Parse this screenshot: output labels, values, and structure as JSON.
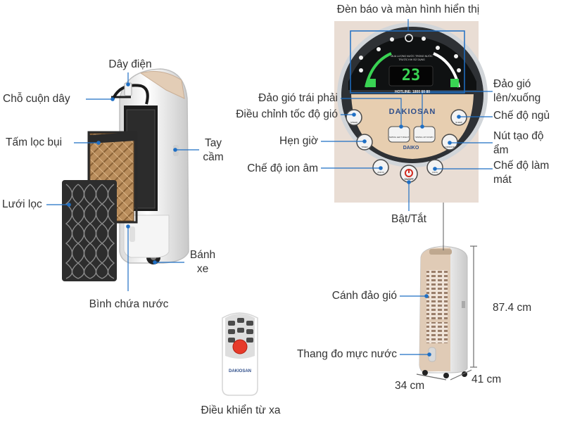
{
  "labels": {
    "display": "Đèn báo và màn hình hiển thị",
    "power_cord": "Dây điện",
    "cord_wrap": "Chỗ cuộn dây",
    "dust_filter": "Tấm lọc bụi",
    "handle": "Tay cầm",
    "mesh_filter": "Lưới lọc",
    "wheels": "Bánh xe",
    "water_tank": "Bình chứa nước",
    "swing_lr": "Đảo gió trái phải",
    "speed": "Điều chỉnh tốc độ gió",
    "timer": "Hẹn giờ",
    "ion": "Chế độ ion âm",
    "swing_ud": "Đảo gió lên/xuống",
    "sleep": "Chế độ ngủ",
    "humidifier": "Nút tạo độ ẩm",
    "cool": "Chế độ làm mát",
    "power": "Bật/Tắt",
    "louver": "Cánh đảo gió",
    "water_gauge": "Thang đo mực nước",
    "remote": "Điều khiển từ xa",
    "height": "87.4 cm",
    "width": "34 cm",
    "depth": "41 cm"
  },
  "panel": {
    "display_digits": "23",
    "brand": "DAKIOSAN",
    "hotline": "HOTLINE: 1800 60 80",
    "tagline_1": "MUA LƯỢNG NƯỚC TRONG NƯỚC",
    "tagline_2": "TRƯỚC KHI SỬ DỤNG",
    "badge": "DAIKO",
    "buttons": {
      "speed": "SPEED",
      "timer": "TIMER",
      "ion": "ANION",
      "swing_lr": "SWING LEFT RIGHT",
      "swing_ud": "SWING UP DOWN",
      "onoff": "ON/OFF",
      "sleep": "SLEEP",
      "humidifier": "HUMIDIFIER",
      "cool": "COOL"
    }
  },
  "remote": {
    "brand": "DAKIOSAN"
  },
  "colors": {
    "panel_bg": "#e9ddd4",
    "beige": "#e7ceb0",
    "accent_green": "#39d353",
    "power_red": "#d12a1f",
    "leader_blue": "#1f6fc4",
    "text": "#333333"
  }
}
